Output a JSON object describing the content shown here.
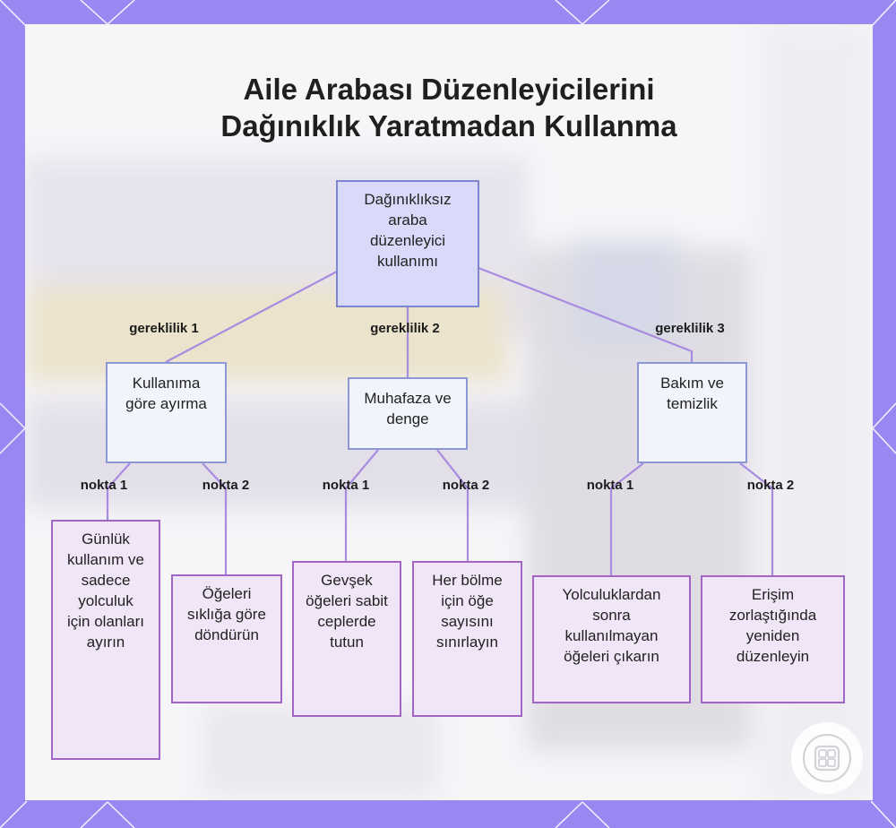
{
  "title_line1": "Aile Arabası Düzenleyicilerini",
  "title_line2": "Dağınıklık Yaratmadan Kullanma",
  "root": "Dağınıklıksız araba düzenleyici kullanımı",
  "requirements": [
    {
      "edge_label": "gereklilik 1",
      "label": "Kullanıma göre ayırma",
      "points": [
        {
          "edge_label": "nokta 1",
          "label": "Günlük kullanım ve sadece yolculuk için olanları ayırın"
        },
        {
          "edge_label": "nokta 2",
          "label": "Öğeleri sıklığa göre döndürün"
        }
      ]
    },
    {
      "edge_label": "gereklilik 2",
      "label": "Muhafaza ve denge",
      "points": [
        {
          "edge_label": "nokta 1",
          "label": "Gevşek öğeleri sabit ceplerde tutun"
        },
        {
          "edge_label": "nokta 2",
          "label": "Her bölme için öğe sayısını sınırlayın"
        }
      ]
    },
    {
      "edge_label": "gereklilik 3",
      "label": "Bakım ve temizlik",
      "points": [
        {
          "edge_label": "nokta 1",
          "label": "Yolculuklardan sonra kullanılmayan öğeleri çıkarın"
        },
        {
          "edge_label": "nokta 2",
          "label": "Erişim zorlaştığında yeniden düzenleyin"
        }
      ]
    }
  ],
  "colors": {
    "frame": "#9b87f2",
    "root_fill": "#d9d9fa",
    "mid_fill": "#f2f4fc",
    "leaf_fill": "#f1e6f7",
    "edge": "#a98be0"
  },
  "icons": [
    "grid-logo-icon"
  ]
}
